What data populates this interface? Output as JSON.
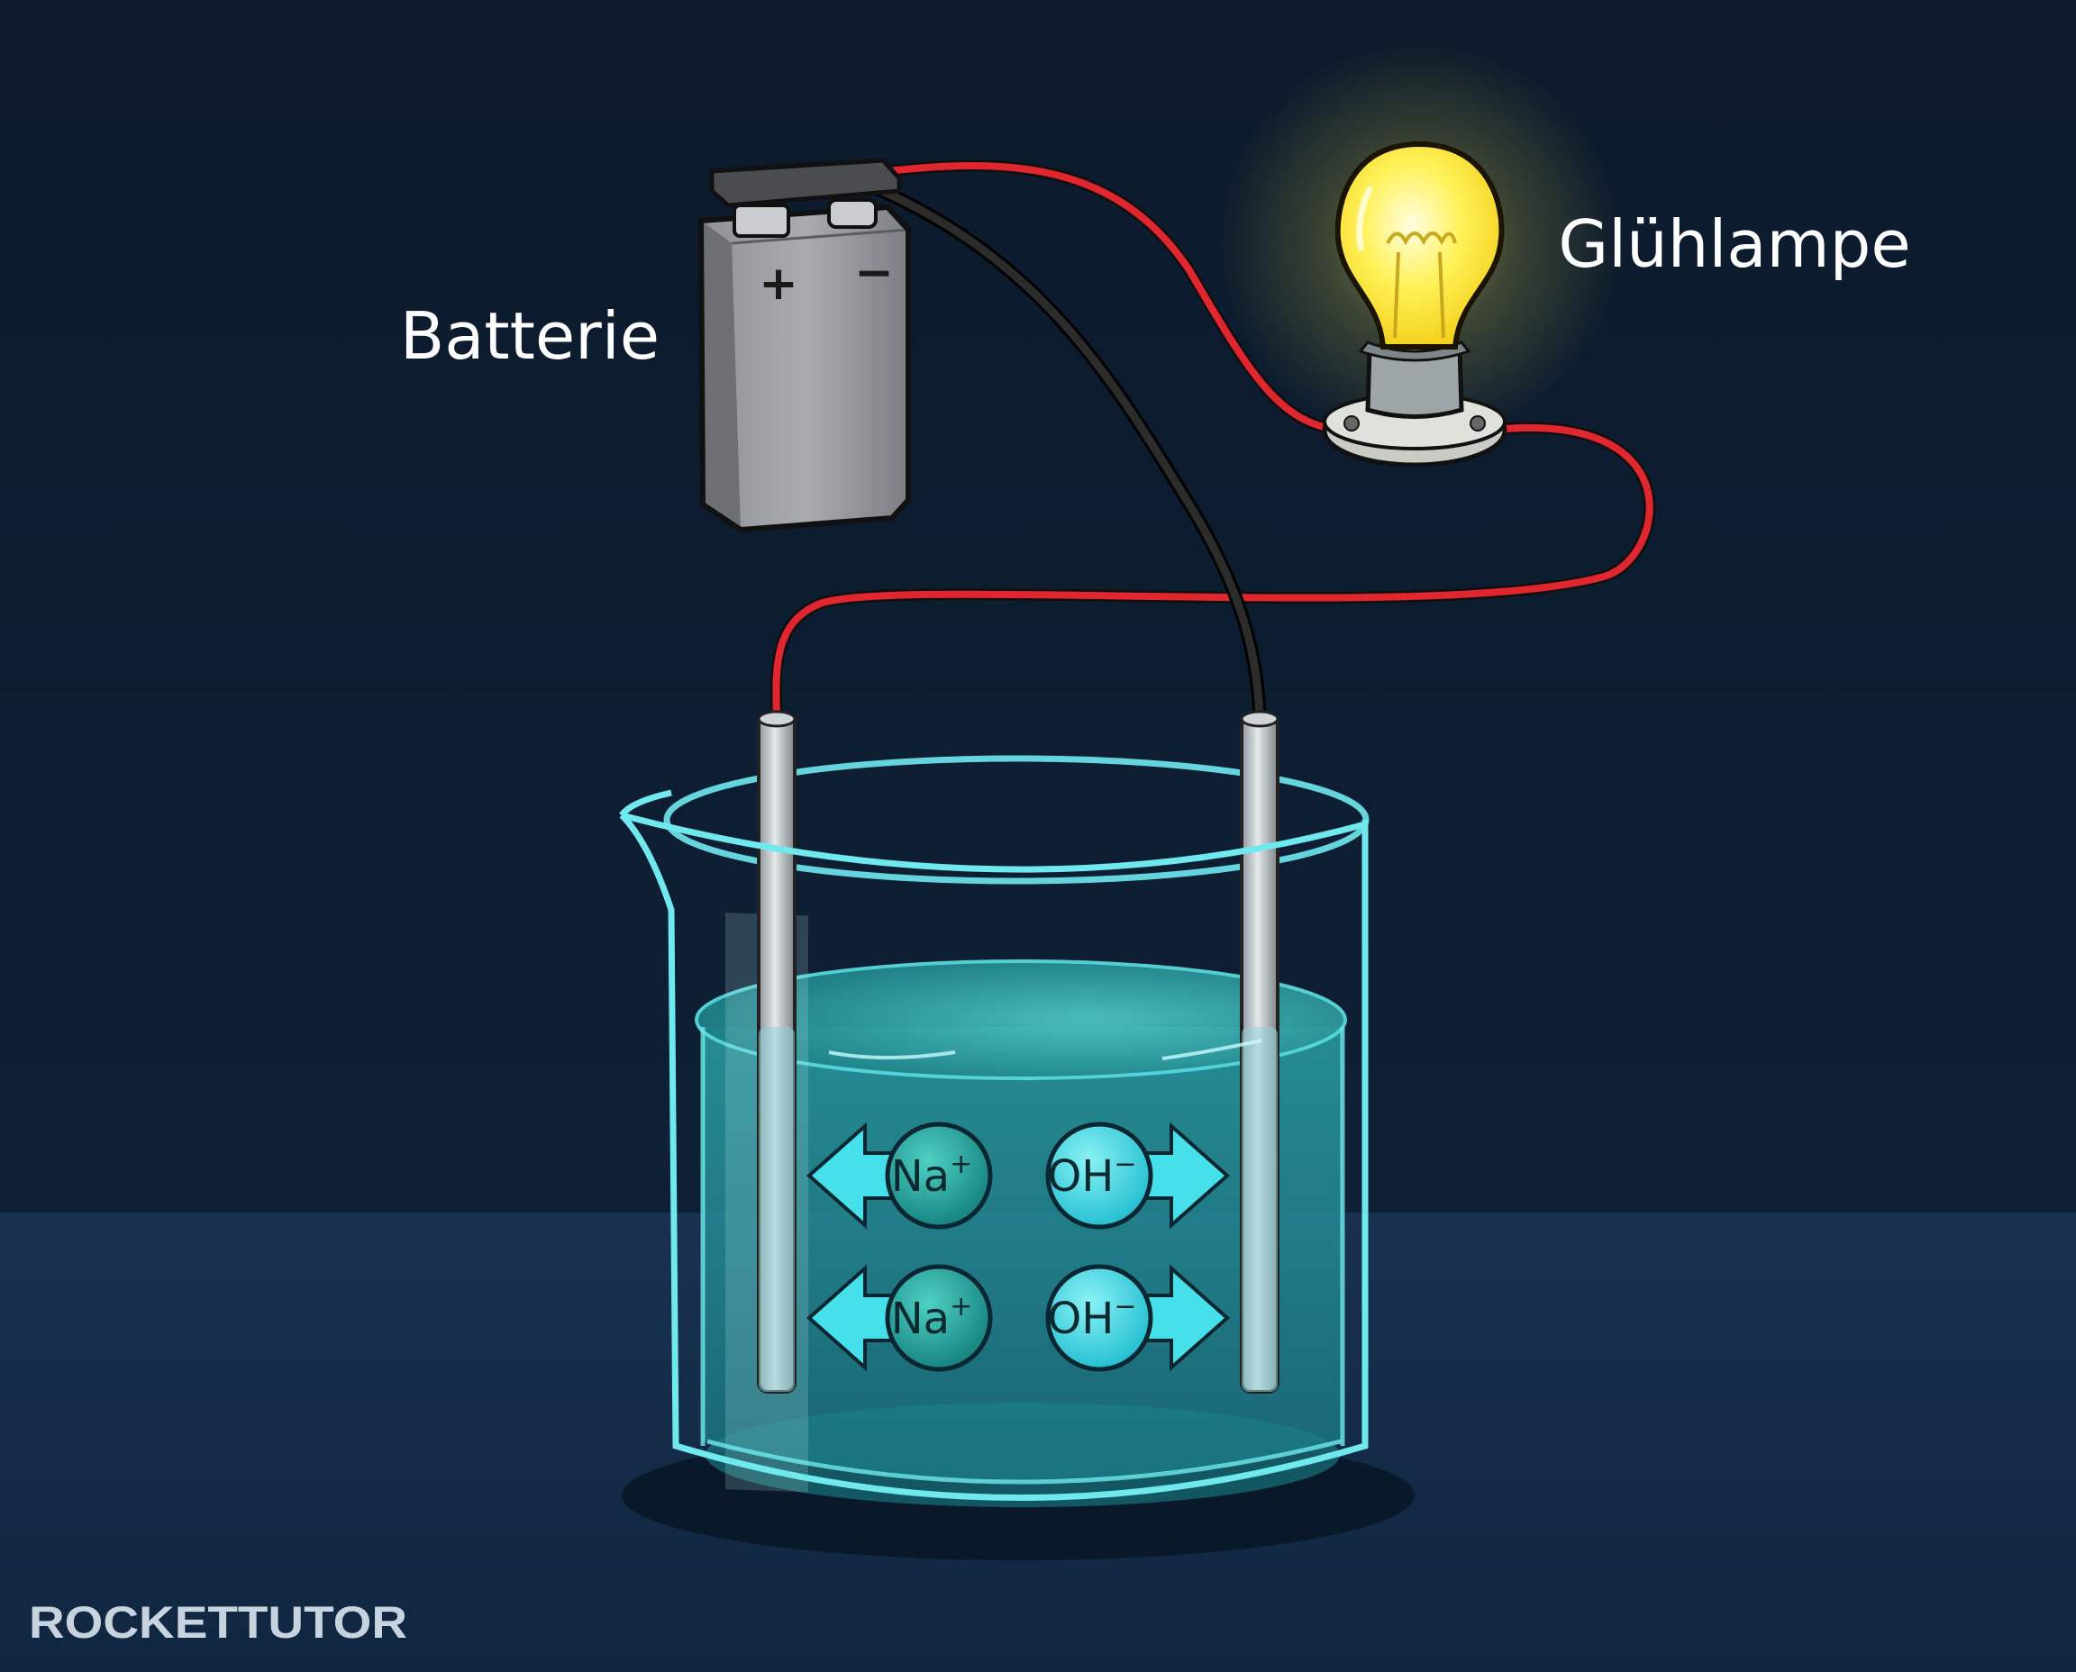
{
  "labels": {
    "battery": "Batterie",
    "bulb": "Glühlampe",
    "battery_plus": "+",
    "battery_minus": "−"
  },
  "ions": [
    {
      "symbol": "Na",
      "charge": "+",
      "direction": "left"
    },
    {
      "symbol": "OH",
      "charge": "−",
      "direction": "right"
    },
    {
      "symbol": "Na",
      "charge": "+",
      "direction": "left"
    },
    {
      "symbol": "OH",
      "charge": "−",
      "direction": "right"
    }
  ],
  "logo": {
    "text": "ROCKETTUTOR"
  },
  "colors": {
    "background": "#0c1a2b",
    "floor": "#132a45",
    "wire_red": "#e0262e",
    "wire_black": "#1b1b1b",
    "bulb_glow": "#fff46a",
    "liquid": "#1f8f99",
    "glass": "#6fe8ee",
    "ion_na": "#1d9a93",
    "ion_oh": "#2ad3e0",
    "arrow": "#46e0ea"
  }
}
